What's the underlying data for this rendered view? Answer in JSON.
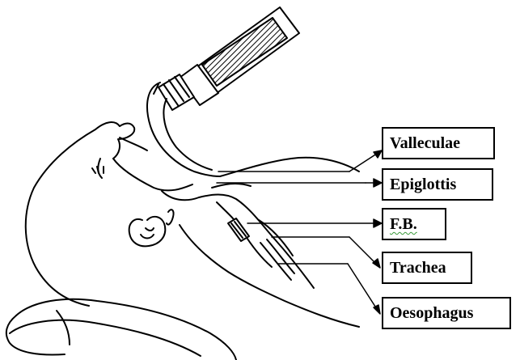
{
  "labels": {
    "valleculae": "Valleculae",
    "epiglottis": "Epiglottis",
    "fb": "F.B.",
    "trachea": "Trachea",
    "oesophagus": "Oesophagus"
  },
  "colors": {
    "stroke": "#000000",
    "background": "#ffffff",
    "spellcheck_underline": "#3a9a3a"
  }
}
